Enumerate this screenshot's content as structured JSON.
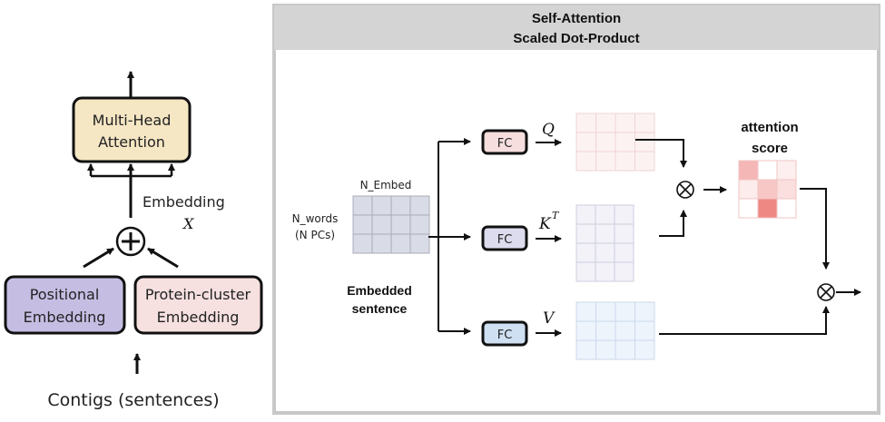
{
  "left": {
    "mha_line1": "Multi-Head",
    "mha_line2": "Attention",
    "embedding_label": "Embedding",
    "embedding_var": "X",
    "positional_line1": "Positional",
    "positional_line2": "Embedding",
    "protein_line1": "Protein-cluster",
    "protein_line2": "Embedding",
    "input_label": "Contigs (sentences)"
  },
  "panel": {
    "title_line1": "Self-Attention",
    "title_line2": "Scaled Dot-Product",
    "matrix_col_label": "N_Embed",
    "matrix_row_label1": "N_words",
    "matrix_row_label2": "(N PCs)",
    "embedded_line1": "Embedded",
    "embedded_line2": "sentence",
    "fc_label": "FC",
    "q_label": "Q",
    "k_label": "K",
    "k_sup": "T",
    "v_label": "V",
    "score_line1": "attention",
    "score_line2": "score",
    "score_intensity": [
      [
        0.45,
        0.0,
        0.1
      ],
      [
        0.12,
        0.35,
        0.2
      ],
      [
        0.0,
        0.75,
        0.0
      ]
    ]
  },
  "colors": {
    "mha": "#f5e6c4",
    "positional": "#c6bde3",
    "protein": "#f6e0e0",
    "fc_q": "#f6dede",
    "fc_k": "#dcdcee",
    "fc_v": "#cfe0f3",
    "panel_header": "#d4d4d4",
    "panel_border": "#c8c8c8",
    "score_base": "#e8605a"
  }
}
